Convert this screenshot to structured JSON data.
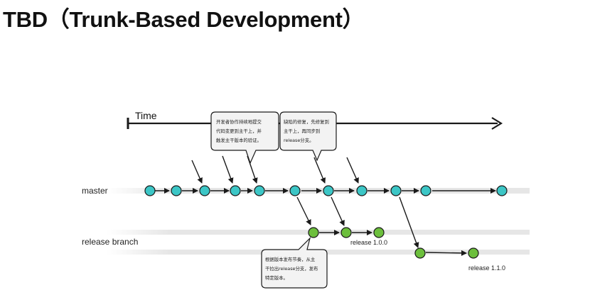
{
  "title": "TBD（Trunk-Based Development）",
  "timeline": {
    "label": "Time"
  },
  "lanes": {
    "master": "master",
    "release": "release branch"
  },
  "callouts": [
    {
      "lines": [
        "开发者协作持续地提交",
        "代码变更到主干上，并",
        "触发主干版本的验证。"
      ]
    },
    {
      "lines": [
        "缺陷的修复，先修复到",
        "主干上，再同步到",
        "release分支。"
      ]
    },
    {
      "lines": [
        "根据版本发布节奏，从主",
        "干拉出release分支，发布",
        "特定版本。"
      ]
    }
  ],
  "tags": {
    "r100": "release 1.0.0",
    "r110": "release 1.1.0"
  },
  "colors": {
    "master_commit": "#3cc6c6",
    "release_commit": "#6cbf3c",
    "ink": "#1a1a1a",
    "callout_fill": "#f3f3f3"
  }
}
